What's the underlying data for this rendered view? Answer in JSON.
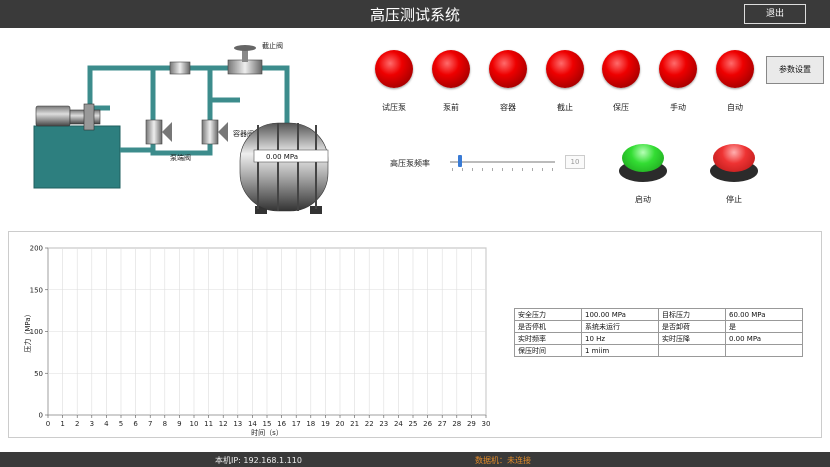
{
  "window": {
    "title": "高压测试系统",
    "exit_label": "退出"
  },
  "diagram": {
    "pressure_readout": "0.00   MPa",
    "valves": {
      "shutoff": "截止阀",
      "pump_outlet": "泵端阀",
      "container": "容器阀"
    }
  },
  "indicators": [
    {
      "label": "试压泵"
    },
    {
      "label": "泵前"
    },
    {
      "label": "容器"
    },
    {
      "label": "截止"
    },
    {
      "label": "保压"
    },
    {
      "label": "手动"
    },
    {
      "label": "自动"
    }
  ],
  "param_button": "参数设置",
  "slider": {
    "label": "高压泵频率",
    "value": "10"
  },
  "controls": {
    "start_label": "启动",
    "stop_label": "停止"
  },
  "colors": {
    "indicator_on": "#e00000",
    "start": "#33dd33",
    "stop": "#ee3333",
    "series": "#1f4fd0"
  },
  "chart_data": {
    "type": "line",
    "xlabel": "时间（s）",
    "ylabel": "压力（MPa）",
    "xlim": [
      0,
      30
    ],
    "ylim": [
      0,
      200
    ],
    "x_ticks": [
      0,
      1,
      2,
      3,
      4,
      5,
      6,
      7,
      8,
      9,
      10,
      11,
      12,
      13,
      14,
      15,
      16,
      17,
      18,
      19,
      20,
      21,
      22,
      23,
      24,
      25,
      26,
      27,
      28,
      29,
      30
    ],
    "y_ticks": [
      0,
      50,
      100,
      150,
      200
    ],
    "grid": true,
    "series": []
  },
  "info_table": [
    [
      "安全压力",
      "100.00   MPa",
      "目标压力",
      "60.00   MPa"
    ],
    [
      "是否停机",
      "系统未运行",
      "是否卸荷",
      "是"
    ],
    [
      "实时频率",
      "10   Hz",
      "实时压降",
      "0.00   MPa"
    ],
    [
      "保压时间",
      "1   miim",
      "",
      ""
    ]
  ],
  "status": {
    "local_ip": "本机IP:   192.168.1.110",
    "connection": "数据机：未连接"
  }
}
